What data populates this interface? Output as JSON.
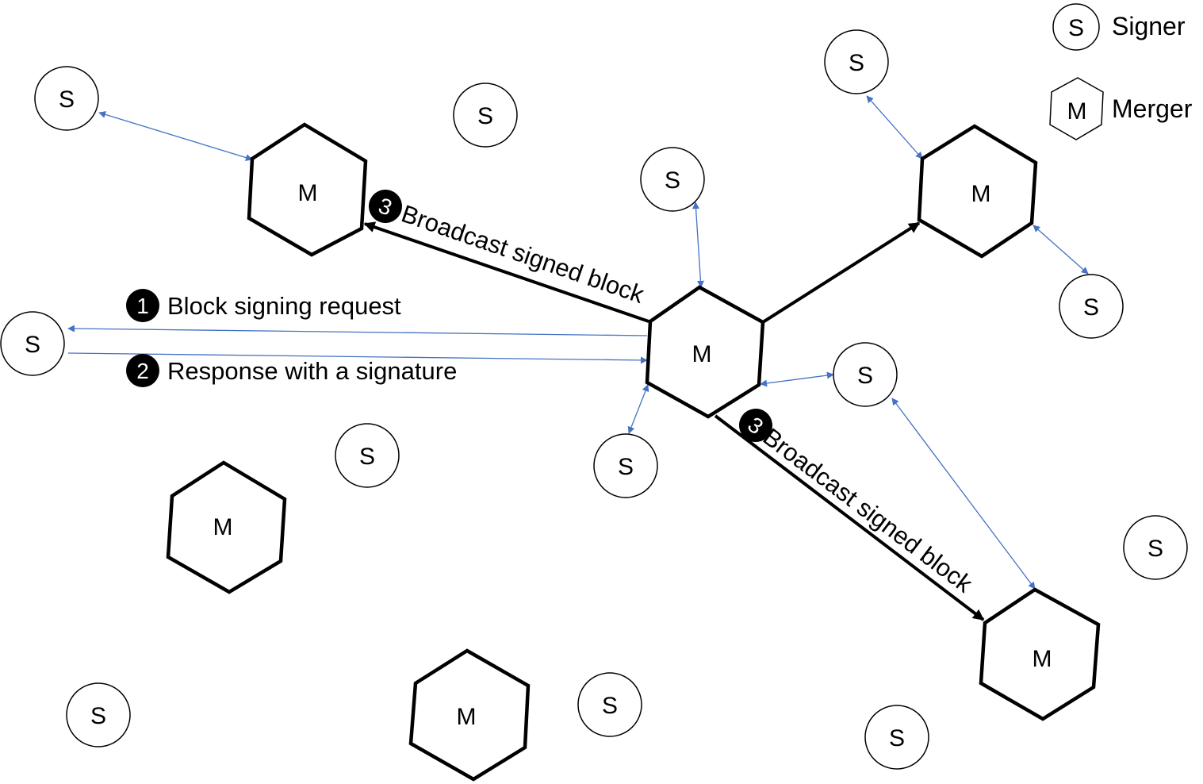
{
  "legend": {
    "signer_symbol": "S",
    "signer_label": "Signer",
    "merger_symbol": "M",
    "merger_label": "Merger"
  },
  "node_symbols": {
    "signer": "S",
    "merger": "M"
  },
  "steps": [
    {
      "number": "1",
      "label": "Block signing request"
    },
    {
      "number": "2",
      "label": "Response with a signature"
    },
    {
      "number": "3",
      "label": "Broadcast signed block"
    },
    {
      "number": "3",
      "label": "Broadcast signed block"
    }
  ],
  "colors": {
    "signer_link": "#4472c4",
    "merger_link": "#000000"
  }
}
